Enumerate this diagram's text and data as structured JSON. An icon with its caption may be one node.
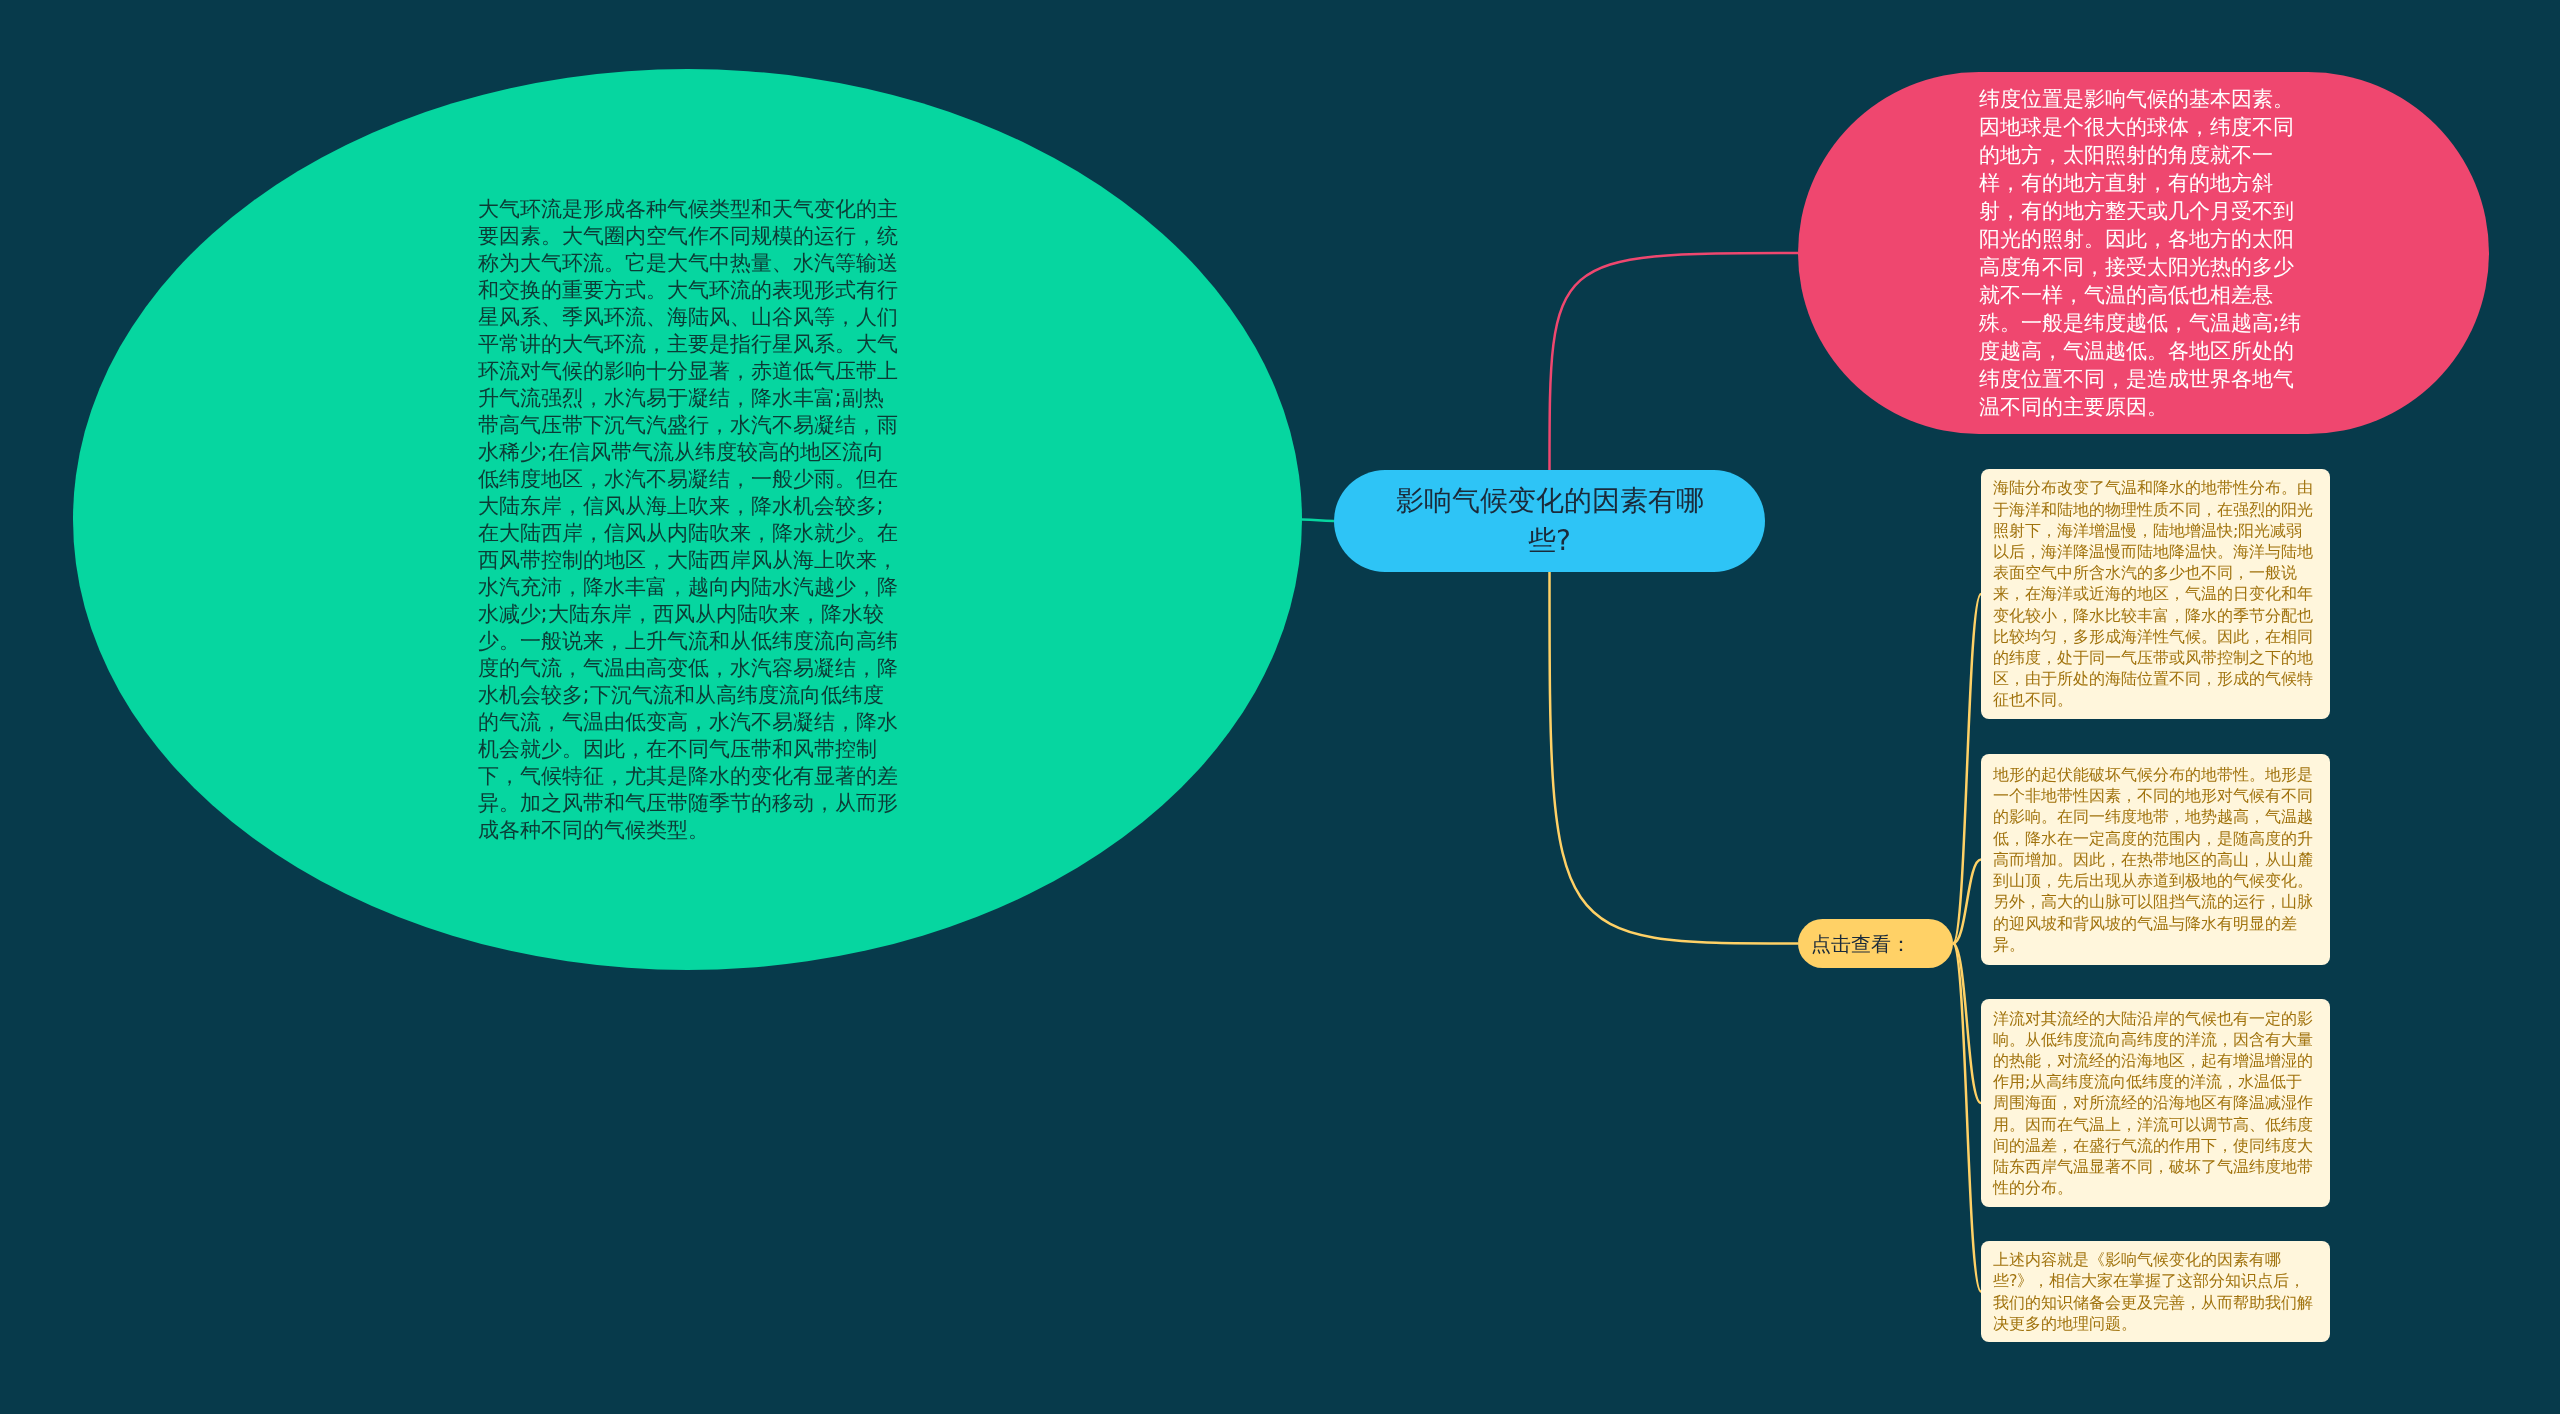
{
  "diagram": {
    "nodes": [
      {
        "text": [
          "影响气候变化的因素有哪些?"
        ]
      },
      {
        "text": [
          "大气环流是形成各种气候类型和天气变化的主要因素。大气圈内空气作不同规模的运行，统称为大气环流。它是大气中热量、水汽等输送和交换的重要方式。大气环流的表现形式有行星风系、季风环流、海陆风、山谷风等，人们平常讲的大气环流，主要是指行星风系。大气环流对气候的影响十分显著，赤道低气压带上升气流强烈，水汽易于凝结，降水丰富;副热带高气压带下沉气汽盛行，水汽不易凝结，雨水稀少;在信风带气流从纬度较高的地区流向低纬度地区，水汽不易凝结，一般少雨。但在大陆东岸，信风从海上吹来，降水机会较多;在大陆西岸，信风从内陆吹来，降水就少。在西风带控制的地区，大陆西岸风从海上吹来，水汽充沛，降水丰富，越向内陆水汽越少，降水减少;大陆东岸，西风从内陆吹来，降水较少。一般说来，上升气流和从低纬度流向高纬度的气流，气温由高变低，水汽容易凝结，降水机会较多;下沉气流和从高纬度流向低纬度的气流，气温由低变高，水汽不易凝结，降水机会就少。因此，在不同气压带和风带控制下，气候特征，尤其是降水的变化有显著的差异。加之风带和气压带随季节的移动，从而形成各种不同的气候类型。"
        ]
      },
      {
        "text": [
          "纬度位置是影响气候的基本因素。因地球是个很大的球体，纬度不同的地方，太阳照射的角度就不一样，有的地方直射，有的地方斜射，有的地方整天或几个月受不到阳光的照射。因此，各地方的太阳高度角不同，接受太阳光热的多少就不一样，气温的高低也相差悬殊。一般是纬度越低，气温越高;纬度越高，气温越低。各地区所处的纬度位置不同，是造成世界各地气温不同的主要原因。"
        ]
      },
      {
        "text": [
          "点击查看："
        ]
      },
      {
        "text": [
          "海陆分布改变了气温和降水的地带性分布。由于海洋和陆地的物理性质不同，在强烈的阳光照射下，海洋增温慢，陆地增温快;阳光减弱以后，海洋降温慢而陆地降温快。海洋与陆地表面空气中所含水汽的多少也不同，一般说来，在海洋或近海的地区，气温的日变化和年变化较小，降水比较丰富，降水的季节分配也比较均匀，多形成海洋性气候。因此，在相同的纬度，处于同一气压带或风带控制之下的地区，由于所处的海陆位置不同，形成的气候特征也不同。"
        ]
      },
      {
        "text": [
          "地形的起伏能破坏气候分布的地带性。地形是一个非地带性因素，不同的地形对气候有不同的影响。在同一纬度地带，地势越高，气温越低，降水在一定高度的范围内，是随高度的升高而增加。因此，在热带地区的高山，从山麓到山顶，先后出现从赤道到极地的气候变化。另外，高大的山脉可以阻挡气流的运行，山脉的迎风坡和背风坡的气温与降水有明显的差异。"
        ]
      },
      {
        "text": [
          "洋流对其流经的大陆沿岸的气候也有一定的影响。从低纬度流向高纬度的洋流，因含有大量的热能，对流经的沿海地区，起有增温增湿的作用;从高纬度流向低纬度的洋流，水温低于周围海面，对所流经的沿海地区有降温减湿作用。因而在气温上，洋流可以调节高、低纬度间的温差，在盛行气流的作用下，使同纬度大陆东西岸气温显著不同，破坏了气温纬度地带性的分布。"
        ]
      },
      {
        "text": [
          "上述内容就是《影响气候变化的因素有哪些?》，相信大家在掌握了这部分知识点后，我们的知识储备会更及完善，从而帮助我们解决更多的地理问题。"
        ]
      }
    ],
    "edges": [
      {
        "from": 0,
        "to": 1,
        "arrow": "none",
        "color": "#06d6a0"
      },
      {
        "from": 0,
        "to": 2,
        "arrow": "none",
        "color": "#ef476f"
      },
      {
        "from": 0,
        "to": 3,
        "arrow": "none"
      },
      {
        "from": 3,
        "to": 4,
        "arrow": "none"
      },
      {
        "from": 3,
        "to": 5,
        "arrow": "none"
      },
      {
        "from": 3,
        "to": 6,
        "arrow": "none"
      },
      {
        "from": 3,
        "to": 7,
        "arrow": "none"
      }
    ]
  }
}
